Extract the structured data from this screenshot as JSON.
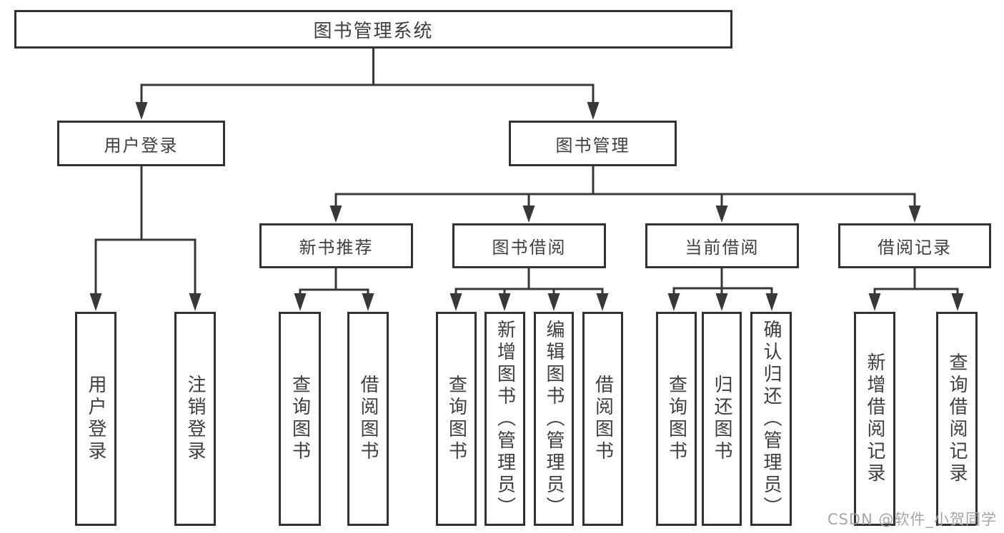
{
  "tree": {
    "root": {
      "label": "图书管理系统",
      "children": [
        {
          "label": "用户登录",
          "children": [
            {
              "label": "用户登录"
            },
            {
              "label": "注销登录"
            }
          ]
        },
        {
          "label": "图书管理",
          "children": [
            {
              "label": "新书推荐",
              "children": [
                {
                  "label": "查询图书"
                },
                {
                  "label": "借阅图书"
                }
              ]
            },
            {
              "label": "图书借阅",
              "children": [
                {
                  "label": "查询图书"
                },
                {
                  "label": "新增图书（管理员）"
                },
                {
                  "label": "编辑图书（管理员）"
                },
                {
                  "label": "借阅图书"
                }
              ]
            },
            {
              "label": "当前借阅",
              "children": [
                {
                  "label": "查询图书"
                },
                {
                  "label": "归还图书"
                },
                {
                  "label": "确认归还（管理员）"
                }
              ]
            },
            {
              "label": "借阅记录",
              "children": [
                {
                  "label": "新增借阅记录"
                },
                {
                  "label": "查询借阅记录"
                }
              ]
            }
          ]
        }
      ]
    }
  },
  "watermark": {
    "text": "CSDN @软件_小贺同学"
  },
  "colors": {
    "line": "#383838",
    "box_border": "#323232",
    "text": "#3f3f3f",
    "watermark": "#a6a6a6",
    "background": "#ffffff"
  }
}
